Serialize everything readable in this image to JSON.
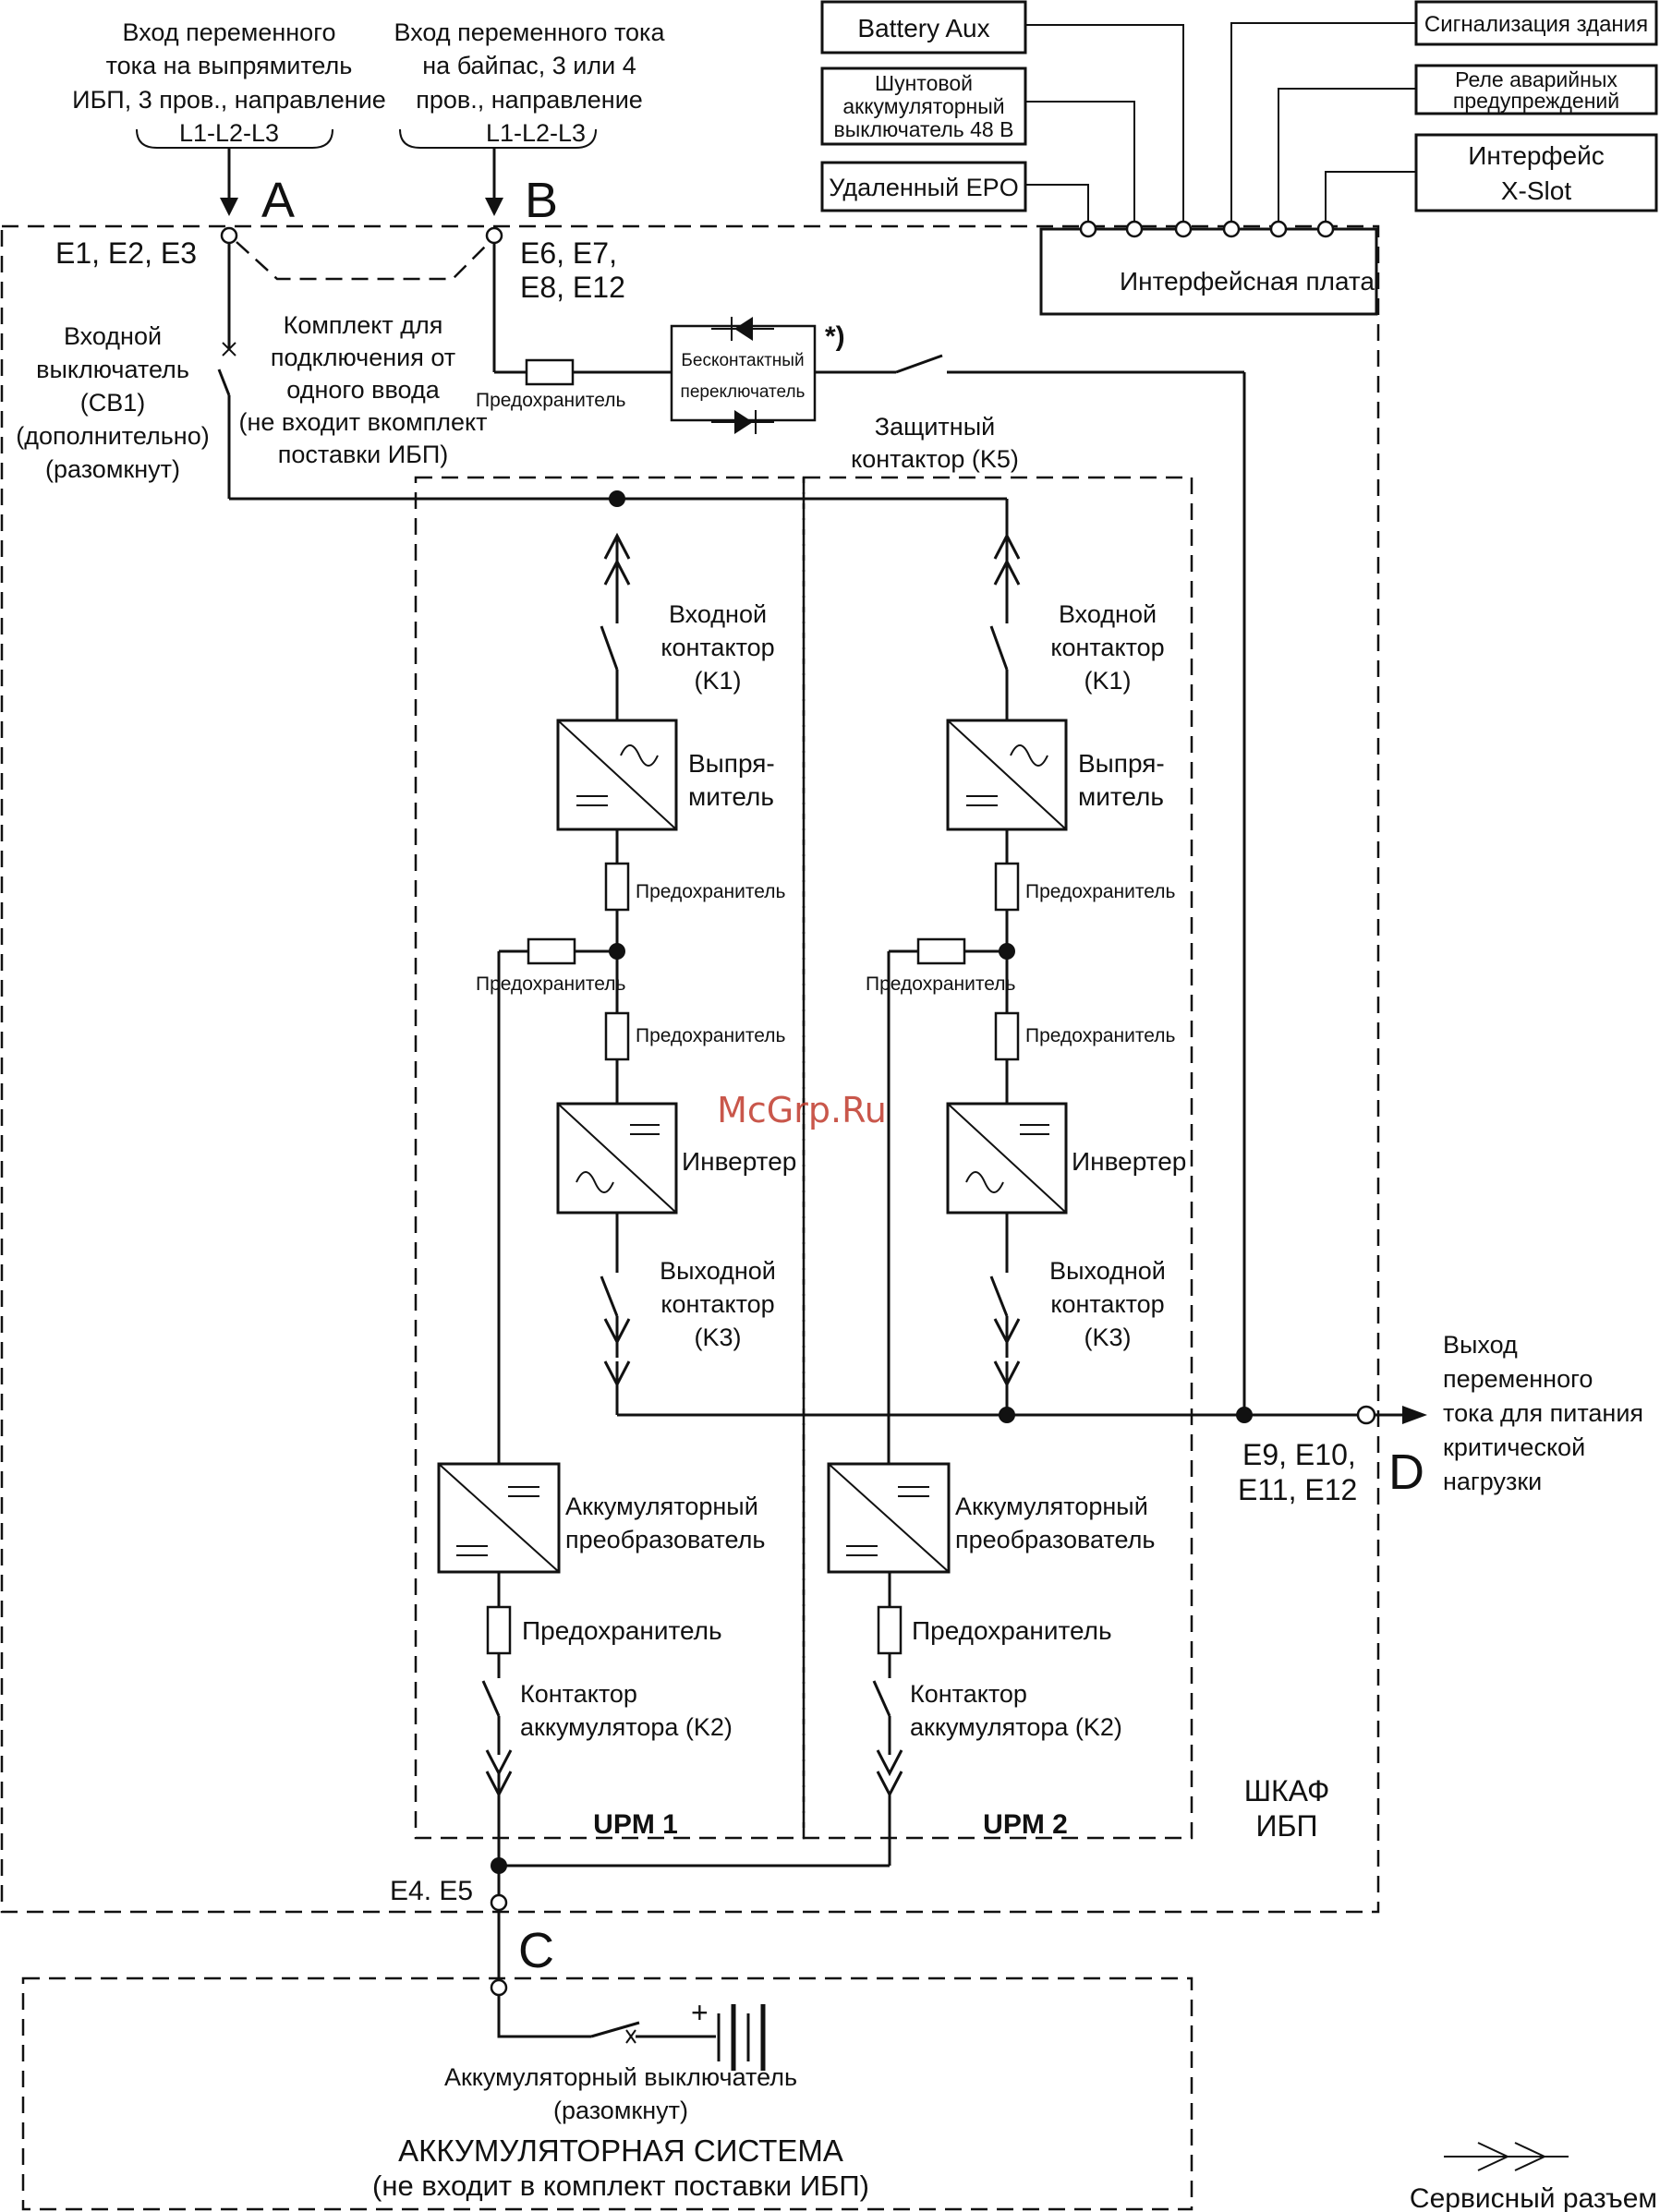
{
  "inputs": {
    "rectifier_input": {
      "lines": [
        "Вход переменного",
        "тока на выпрямитель",
        "ИБП, 3 пров., направление"
      ],
      "phase": "L1-L2-L3",
      "marker": "A",
      "terminals": "E1, E2, E3"
    },
    "bypass_input": {
      "lines": [
        "Вход переменного тока",
        "на байпас, 3 или 4",
        "пров., направление"
      ],
      "phase": "L1-L2-L3",
      "marker": "B",
      "terminals": [
        "E6, E7,",
        "E8, E12"
      ]
    }
  },
  "interface": {
    "battery_aux": "Battery Aux",
    "shunt_trip": [
      "Шунтовой",
      "аккумуляторный",
      "выключатель 48 В"
    ],
    "remote_epo": "Удаленный EPO",
    "building_alarm": "Сигнализация здания",
    "alarm_relay": [
      "Реле аварийных",
      "предупреждений"
    ],
    "xslot": [
      "Интерфейс",
      "X-Slot"
    ],
    "board": "Интерфейсная плата"
  },
  "bypass": {
    "single_feed_kit": [
      "Комплект для",
      "подключения от",
      "одного ввода",
      "(не входит вкомплект",
      "поставки ИБП)"
    ],
    "fuse": "Предохранитель",
    "static_switch": [
      "Бесконтактный",
      "переключатель"
    ],
    "footnote_mark": "*)",
    "backfeed_contactor": [
      "Защитный",
      "контактор (K5)"
    ]
  },
  "input_breaker": [
    "Входной",
    "выключатель",
    "(CB1)",
    "(дополнительно)",
    "(разомкнут)"
  ],
  "upm": {
    "modules": [
      "UPM 1",
      "UPM 2"
    ],
    "input_contactor": [
      "Входной",
      "контактор",
      "(K1)"
    ],
    "rectifier": [
      "Выпря-",
      "митель"
    ],
    "inverter": "Инвертер",
    "output_contactor": [
      "Выходной",
      "контактор",
      "(K3)"
    ],
    "battery_converter": [
      "Аккумуляторный",
      "преобразователь"
    ],
    "battery_contactor": [
      "Контактор",
      "аккумулятора (K2)"
    ],
    "fuse": "Предохранитель"
  },
  "output": {
    "lines": [
      "Выход",
      "переменного",
      "тока для питания",
      "критической",
      "нагрузки"
    ],
    "terminals": [
      "E9, E10,",
      "E11, E12"
    ],
    "marker": "D"
  },
  "cabinet": [
    "ШКАФ",
    "ИБП"
  ],
  "battery_terminals": {
    "terminals": "E4. E5",
    "marker": "C"
  },
  "battery_system": {
    "breaker": [
      "Аккумуляторный выключатель",
      "(разомкнут)"
    ],
    "plus": "+",
    "title": "АККУМУЛЯТОРНАЯ СИСТЕМА",
    "subtitle": "(не входит в комплект поставки ИБП)"
  },
  "legend": {
    "service_connector": "Сервисный разъем"
  },
  "watermark": "McGrp.Ru"
}
